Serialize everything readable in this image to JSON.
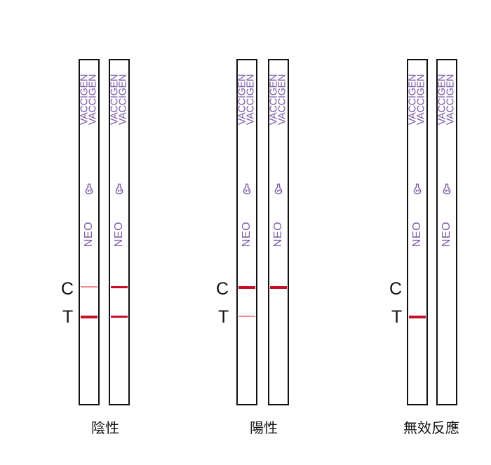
{
  "brand_lines": [
    "VACCIGEN",
    "VACCIGEN"
  ],
  "product": "NEO",
  "icon": "bottle-mascot-icon",
  "line_labels": {
    "control": "C",
    "test": "T"
  },
  "colors": {
    "band_strong": "#c5102a",
    "band_faint": "#f08a8f",
    "brand_purple": "#7a5aa6",
    "strip_border": "#111111"
  },
  "groups": [
    {
      "caption": "陰性",
      "strips": [
        {
          "control_band": "faint",
          "test_band": "strong"
        },
        {
          "control_band": "medium",
          "test_band": "medium"
        }
      ]
    },
    {
      "caption": "陽性",
      "strips": [
        {
          "control_band": "strong",
          "test_band": "faint"
        },
        {
          "control_band": "strong",
          "test_band": "none"
        }
      ]
    },
    {
      "caption": "無效反應",
      "strips": [
        {
          "control_band": "none",
          "test_band": "strong"
        },
        {
          "control_band": "none",
          "test_band": "none"
        }
      ]
    }
  ]
}
